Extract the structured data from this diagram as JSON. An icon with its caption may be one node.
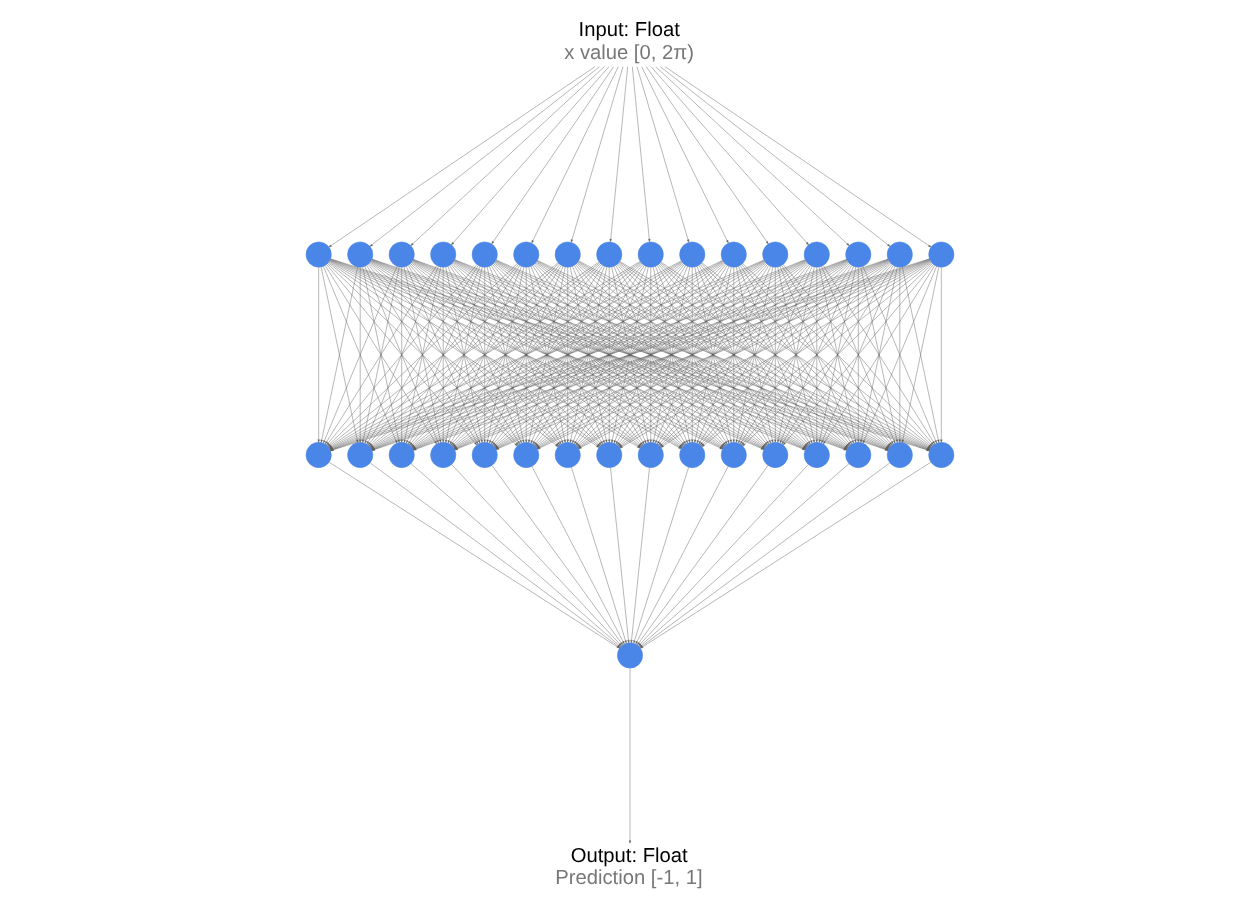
{
  "diagram": {
    "nodes": [
      {
        "text": [
          "Input: Float",
          "x value [0, 2π)"
        ]
      },
      {
        "text": [],
        "shape": "circle"
      },
      {
        "text": [],
        "shape": "circle"
      },
      {
        "text": [],
        "shape": "circle"
      },
      {
        "text": [],
        "shape": "circle"
      },
      {
        "text": [],
        "shape": "circle"
      },
      {
        "text": [],
        "shape": "circle"
      },
      {
        "text": [],
        "shape": "circle"
      },
      {
        "text": [],
        "shape": "circle"
      },
      {
        "text": [],
        "shape": "circle"
      },
      {
        "text": [],
        "shape": "circle"
      },
      {
        "text": [],
        "shape": "circle"
      },
      {
        "text": [],
        "shape": "circle"
      },
      {
        "text": [],
        "shape": "circle"
      },
      {
        "text": [],
        "shape": "circle"
      },
      {
        "text": [],
        "shape": "circle"
      },
      {
        "text": [],
        "shape": "circle"
      },
      {
        "text": [],
        "shape": "circle"
      },
      {
        "text": [],
        "shape": "circle"
      },
      {
        "text": [],
        "shape": "circle"
      },
      {
        "text": [],
        "shape": "circle"
      },
      {
        "text": [],
        "shape": "circle"
      },
      {
        "text": [],
        "shape": "circle"
      },
      {
        "text": [],
        "shape": "circle"
      },
      {
        "text": [],
        "shape": "circle"
      },
      {
        "text": [],
        "shape": "circle"
      },
      {
        "text": [],
        "shape": "circle"
      },
      {
        "text": [],
        "shape": "circle"
      },
      {
        "text": [],
        "shape": "circle"
      },
      {
        "text": [],
        "shape": "circle"
      },
      {
        "text": [],
        "shape": "circle"
      },
      {
        "text": [],
        "shape": "circle"
      },
      {
        "text": [],
        "shape": "circle"
      },
      {
        "text": [],
        "shape": "circle"
      },
      {
        "text": [
          "Output: Float",
          "Prediction [-1, 1]"
        ]
      }
    ],
    "edges": [
      {
        "from": 0,
        "to": 1,
        "arrow": "to"
      },
      {
        "from": 0,
        "to": 2,
        "arrow": "to"
      },
      {
        "from": 0,
        "to": 3,
        "arrow": "to"
      },
      {
        "from": 0,
        "to": 4,
        "arrow": "to"
      },
      {
        "from": 0,
        "to": 5,
        "arrow": "to"
      },
      {
        "from": 0,
        "to": 6,
        "arrow": "to"
      },
      {
        "from": 0,
        "to": 7,
        "arrow": "to"
      },
      {
        "from": 0,
        "to": 8,
        "arrow": "to"
      },
      {
        "from": 0,
        "to": 9,
        "arrow": "to"
      },
      {
        "from": 0,
        "to": 10,
        "arrow": "to"
      },
      {
        "from": 0,
        "to": 11,
        "arrow": "to"
      },
      {
        "from": 0,
        "to": 12,
        "arrow": "to"
      },
      {
        "from": 0,
        "to": 13,
        "arrow": "to"
      },
      {
        "from": 0,
        "to": 14,
        "arrow": "to"
      },
      {
        "from": 0,
        "to": 15,
        "arrow": "to"
      },
      {
        "from": 0,
        "to": 16,
        "arrow": "to"
      },
      {
        "from": 1,
        "to": 17,
        "arrow": "to"
      },
      {
        "from": 1,
        "to": 18,
        "arrow": "to"
      },
      {
        "from": 1,
        "to": 19,
        "arrow": "to"
      },
      {
        "from": 1,
        "to": 20,
        "arrow": "to"
      },
      {
        "from": 1,
        "to": 21,
        "arrow": "to"
      },
      {
        "from": 1,
        "to": 22,
        "arrow": "to"
      },
      {
        "from": 1,
        "to": 23,
        "arrow": "to"
      },
      {
        "from": 1,
        "to": 24,
        "arrow": "to"
      },
      {
        "from": 1,
        "to": 25,
        "arrow": "to"
      },
      {
        "from": 1,
        "to": 26,
        "arrow": "to"
      },
      {
        "from": 1,
        "to": 27,
        "arrow": "to"
      },
      {
        "from": 1,
        "to": 28,
        "arrow": "to"
      },
      {
        "from": 1,
        "to": 29,
        "arrow": "to"
      },
      {
        "from": 1,
        "to": 30,
        "arrow": "to"
      },
      {
        "from": 1,
        "to": 31,
        "arrow": "to"
      },
      {
        "from": 1,
        "to": 32,
        "arrow": "to"
      },
      {
        "from": 2,
        "to": 17,
        "arrow": "to"
      },
      {
        "from": 2,
        "to": 18,
        "arrow": "to"
      },
      {
        "from": 2,
        "to": 19,
        "arrow": "to"
      },
      {
        "from": 2,
        "to": 20,
        "arrow": "to"
      },
      {
        "from": 2,
        "to": 21,
        "arrow": "to"
      },
      {
        "from": 2,
        "to": 22,
        "arrow": "to"
      },
      {
        "from": 2,
        "to": 23,
        "arrow": "to"
      },
      {
        "from": 2,
        "to": 24,
        "arrow": "to"
      },
      {
        "from": 2,
        "to": 25,
        "arrow": "to"
      },
      {
        "from": 2,
        "to": 26,
        "arrow": "to"
      },
      {
        "from": 2,
        "to": 27,
        "arrow": "to"
      },
      {
        "from": 2,
        "to": 28,
        "arrow": "to"
      },
      {
        "from": 2,
        "to": 29,
        "arrow": "to"
      },
      {
        "from": 2,
        "to": 30,
        "arrow": "to"
      },
      {
        "from": 2,
        "to": 31,
        "arrow": "to"
      },
      {
        "from": 2,
        "to": 32,
        "arrow": "to"
      },
      {
        "from": 3,
        "to": 17,
        "arrow": "to"
      },
      {
        "from": 3,
        "to": 18,
        "arrow": "to"
      },
      {
        "from": 3,
        "to": 19,
        "arrow": "to"
      },
      {
        "from": 3,
        "to": 20,
        "arrow": "to"
      },
      {
        "from": 3,
        "to": 21,
        "arrow": "to"
      },
      {
        "from": 3,
        "to": 22,
        "arrow": "to"
      },
      {
        "from": 3,
        "to": 23,
        "arrow": "to"
      },
      {
        "from": 3,
        "to": 24,
        "arrow": "to"
      },
      {
        "from": 3,
        "to": 25,
        "arrow": "to"
      },
      {
        "from": 3,
        "to": 26,
        "arrow": "to"
      },
      {
        "from": 3,
        "to": 27,
        "arrow": "to"
      },
      {
        "from": 3,
        "to": 28,
        "arrow": "to"
      },
      {
        "from": 3,
        "to": 29,
        "arrow": "to"
      },
      {
        "from": 3,
        "to": 30,
        "arrow": "to"
      },
      {
        "from": 3,
        "to": 31,
        "arrow": "to"
      },
      {
        "from": 3,
        "to": 32,
        "arrow": "to"
      },
      {
        "from": 4,
        "to": 17,
        "arrow": "to"
      },
      {
        "from": 4,
        "to": 18,
        "arrow": "to"
      },
      {
        "from": 4,
        "to": 19,
        "arrow": "to"
      },
      {
        "from": 4,
        "to": 20,
        "arrow": "to"
      },
      {
        "from": 4,
        "to": 21,
        "arrow": "to"
      },
      {
        "from": 4,
        "to": 22,
        "arrow": "to"
      },
      {
        "from": 4,
        "to": 23,
        "arrow": "to"
      },
      {
        "from": 4,
        "to": 24,
        "arrow": "to"
      },
      {
        "from": 4,
        "to": 25,
        "arrow": "to"
      },
      {
        "from": 4,
        "to": 26,
        "arrow": "to"
      },
      {
        "from": 4,
        "to": 27,
        "arrow": "to"
      },
      {
        "from": 4,
        "to": 28,
        "arrow": "to"
      },
      {
        "from": 4,
        "to": 29,
        "arrow": "to"
      },
      {
        "from": 4,
        "to": 30,
        "arrow": "to"
      },
      {
        "from": 4,
        "to": 31,
        "arrow": "to"
      },
      {
        "from": 4,
        "to": 32,
        "arrow": "to"
      },
      {
        "from": 5,
        "to": 17,
        "arrow": "to"
      },
      {
        "from": 5,
        "to": 18,
        "arrow": "to"
      },
      {
        "from": 5,
        "to": 19,
        "arrow": "to"
      },
      {
        "from": 5,
        "to": 20,
        "arrow": "to"
      },
      {
        "from": 5,
        "to": 21,
        "arrow": "to"
      },
      {
        "from": 5,
        "to": 22,
        "arrow": "to"
      },
      {
        "from": 5,
        "to": 23,
        "arrow": "to"
      },
      {
        "from": 5,
        "to": 24,
        "arrow": "to"
      },
      {
        "from": 5,
        "to": 25,
        "arrow": "to"
      },
      {
        "from": 5,
        "to": 26,
        "arrow": "to"
      },
      {
        "from": 5,
        "to": 27,
        "arrow": "to"
      },
      {
        "from": 5,
        "to": 28,
        "arrow": "to"
      },
      {
        "from": 5,
        "to": 29,
        "arrow": "to"
      },
      {
        "from": 5,
        "to": 30,
        "arrow": "to"
      },
      {
        "from": 5,
        "to": 31,
        "arrow": "to"
      },
      {
        "from": 5,
        "to": 32,
        "arrow": "to"
      },
      {
        "from": 6,
        "to": 17,
        "arrow": "to"
      },
      {
        "from": 6,
        "to": 18,
        "arrow": "to"
      },
      {
        "from": 6,
        "to": 19,
        "arrow": "to"
      },
      {
        "from": 6,
        "to": 20,
        "arrow": "to"
      },
      {
        "from": 6,
        "to": 21,
        "arrow": "to"
      },
      {
        "from": 6,
        "to": 22,
        "arrow": "to"
      },
      {
        "from": 6,
        "to": 23,
        "arrow": "to"
      },
      {
        "from": 6,
        "to": 24,
        "arrow": "to"
      },
      {
        "from": 6,
        "to": 25,
        "arrow": "to"
      },
      {
        "from": 6,
        "to": 26,
        "arrow": "to"
      },
      {
        "from": 6,
        "to": 27,
        "arrow": "to"
      },
      {
        "from": 6,
        "to": 28,
        "arrow": "to"
      },
      {
        "from": 6,
        "to": 29,
        "arrow": "to"
      },
      {
        "from": 6,
        "to": 30,
        "arrow": "to"
      },
      {
        "from": 6,
        "to": 31,
        "arrow": "to"
      },
      {
        "from": 6,
        "to": 32,
        "arrow": "to"
      },
      {
        "from": 7,
        "to": 17,
        "arrow": "to"
      },
      {
        "from": 7,
        "to": 18,
        "arrow": "to"
      },
      {
        "from": 7,
        "to": 19,
        "arrow": "to"
      },
      {
        "from": 7,
        "to": 20,
        "arrow": "to"
      },
      {
        "from": 7,
        "to": 21,
        "arrow": "to"
      },
      {
        "from": 7,
        "to": 22,
        "arrow": "to"
      },
      {
        "from": 7,
        "to": 23,
        "arrow": "to"
      },
      {
        "from": 7,
        "to": 24,
        "arrow": "to"
      },
      {
        "from": 7,
        "to": 25,
        "arrow": "to"
      },
      {
        "from": 7,
        "to": 26,
        "arrow": "to"
      },
      {
        "from": 7,
        "to": 27,
        "arrow": "to"
      },
      {
        "from": 7,
        "to": 28,
        "arrow": "to"
      },
      {
        "from": 7,
        "to": 29,
        "arrow": "to"
      },
      {
        "from": 7,
        "to": 30,
        "arrow": "to"
      },
      {
        "from": 7,
        "to": 31,
        "arrow": "to"
      },
      {
        "from": 7,
        "to": 32,
        "arrow": "to"
      },
      {
        "from": 8,
        "to": 17,
        "arrow": "to"
      },
      {
        "from": 8,
        "to": 18,
        "arrow": "to"
      },
      {
        "from": 8,
        "to": 19,
        "arrow": "to"
      },
      {
        "from": 8,
        "to": 20,
        "arrow": "to"
      },
      {
        "from": 8,
        "to": 21,
        "arrow": "to"
      },
      {
        "from": 8,
        "to": 22,
        "arrow": "to"
      },
      {
        "from": 8,
        "to": 23,
        "arrow": "to"
      },
      {
        "from": 8,
        "to": 24,
        "arrow": "to"
      },
      {
        "from": 8,
        "to": 25,
        "arrow": "to"
      },
      {
        "from": 8,
        "to": 26,
        "arrow": "to"
      },
      {
        "from": 8,
        "to": 27,
        "arrow": "to"
      },
      {
        "from": 8,
        "to": 28,
        "arrow": "to"
      },
      {
        "from": 8,
        "to": 29,
        "arrow": "to"
      },
      {
        "from": 8,
        "to": 30,
        "arrow": "to"
      },
      {
        "from": 8,
        "to": 31,
        "arrow": "to"
      },
      {
        "from": 8,
        "to": 32,
        "arrow": "to"
      },
      {
        "from": 9,
        "to": 17,
        "arrow": "to"
      },
      {
        "from": 9,
        "to": 18,
        "arrow": "to"
      },
      {
        "from": 9,
        "to": 19,
        "arrow": "to"
      },
      {
        "from": 9,
        "to": 20,
        "arrow": "to"
      },
      {
        "from": 9,
        "to": 21,
        "arrow": "to"
      },
      {
        "from": 9,
        "to": 22,
        "arrow": "to"
      },
      {
        "from": 9,
        "to": 23,
        "arrow": "to"
      },
      {
        "from": 9,
        "to": 24,
        "arrow": "to"
      },
      {
        "from": 9,
        "to": 25,
        "arrow": "to"
      },
      {
        "from": 9,
        "to": 26,
        "arrow": "to"
      },
      {
        "from": 9,
        "to": 27,
        "arrow": "to"
      },
      {
        "from": 9,
        "to": 28,
        "arrow": "to"
      },
      {
        "from": 9,
        "to": 29,
        "arrow": "to"
      },
      {
        "from": 9,
        "to": 30,
        "arrow": "to"
      },
      {
        "from": 9,
        "to": 31,
        "arrow": "to"
      },
      {
        "from": 9,
        "to": 32,
        "arrow": "to"
      },
      {
        "from": 10,
        "to": 17,
        "arrow": "to"
      },
      {
        "from": 10,
        "to": 18,
        "arrow": "to"
      },
      {
        "from": 10,
        "to": 19,
        "arrow": "to"
      },
      {
        "from": 10,
        "to": 20,
        "arrow": "to"
      },
      {
        "from": 10,
        "to": 21,
        "arrow": "to"
      },
      {
        "from": 10,
        "to": 22,
        "arrow": "to"
      },
      {
        "from": 10,
        "to": 23,
        "arrow": "to"
      },
      {
        "from": 10,
        "to": 24,
        "arrow": "to"
      },
      {
        "from": 10,
        "to": 25,
        "arrow": "to"
      },
      {
        "from": 10,
        "to": 26,
        "arrow": "to"
      },
      {
        "from": 10,
        "to": 27,
        "arrow": "to"
      },
      {
        "from": 10,
        "to": 28,
        "arrow": "to"
      },
      {
        "from": 10,
        "to": 29,
        "arrow": "to"
      },
      {
        "from": 10,
        "to": 30,
        "arrow": "to"
      },
      {
        "from": 10,
        "to": 31,
        "arrow": "to"
      },
      {
        "from": 10,
        "to": 32,
        "arrow": "to"
      },
      {
        "from": 11,
        "to": 17,
        "arrow": "to"
      },
      {
        "from": 11,
        "to": 18,
        "arrow": "to"
      },
      {
        "from": 11,
        "to": 19,
        "arrow": "to"
      },
      {
        "from": 11,
        "to": 20,
        "arrow": "to"
      },
      {
        "from": 11,
        "to": 21,
        "arrow": "to"
      },
      {
        "from": 11,
        "to": 22,
        "arrow": "to"
      },
      {
        "from": 11,
        "to": 23,
        "arrow": "to"
      },
      {
        "from": 11,
        "to": 24,
        "arrow": "to"
      },
      {
        "from": 11,
        "to": 25,
        "arrow": "to"
      },
      {
        "from": 11,
        "to": 26,
        "arrow": "to"
      },
      {
        "from": 11,
        "to": 27,
        "arrow": "to"
      },
      {
        "from": 11,
        "to": 28,
        "arrow": "to"
      },
      {
        "from": 11,
        "to": 29,
        "arrow": "to"
      },
      {
        "from": 11,
        "to": 30,
        "arrow": "to"
      },
      {
        "from": 11,
        "to": 31,
        "arrow": "to"
      },
      {
        "from": 11,
        "to": 32,
        "arrow": "to"
      },
      {
        "from": 12,
        "to": 17,
        "arrow": "to"
      },
      {
        "from": 12,
        "to": 18,
        "arrow": "to"
      },
      {
        "from": 12,
        "to": 19,
        "arrow": "to"
      },
      {
        "from": 12,
        "to": 20,
        "arrow": "to"
      },
      {
        "from": 12,
        "to": 21,
        "arrow": "to"
      },
      {
        "from": 12,
        "to": 22,
        "arrow": "to"
      },
      {
        "from": 12,
        "to": 23,
        "arrow": "to"
      },
      {
        "from": 12,
        "to": 24,
        "arrow": "to"
      },
      {
        "from": 12,
        "to": 25,
        "arrow": "to"
      },
      {
        "from": 12,
        "to": 26,
        "arrow": "to"
      },
      {
        "from": 12,
        "to": 27,
        "arrow": "to"
      },
      {
        "from": 12,
        "to": 28,
        "arrow": "to"
      },
      {
        "from": 12,
        "to": 29,
        "arrow": "to"
      },
      {
        "from": 12,
        "to": 30,
        "arrow": "to"
      },
      {
        "from": 12,
        "to": 31,
        "arrow": "to"
      },
      {
        "from": 12,
        "to": 32,
        "arrow": "to"
      },
      {
        "from": 13,
        "to": 17,
        "arrow": "to"
      },
      {
        "from": 13,
        "to": 18,
        "arrow": "to"
      },
      {
        "from": 13,
        "to": 19,
        "arrow": "to"
      },
      {
        "from": 13,
        "to": 20,
        "arrow": "to"
      },
      {
        "from": 13,
        "to": 21,
        "arrow": "to"
      },
      {
        "from": 13,
        "to": 22,
        "arrow": "to"
      },
      {
        "from": 13,
        "to": 23,
        "arrow": "to"
      },
      {
        "from": 13,
        "to": 24,
        "arrow": "to"
      },
      {
        "from": 13,
        "to": 25,
        "arrow": "to"
      },
      {
        "from": 13,
        "to": 26,
        "arrow": "to"
      },
      {
        "from": 13,
        "to": 27,
        "arrow": "to"
      },
      {
        "from": 13,
        "to": 28,
        "arrow": "to"
      },
      {
        "from": 13,
        "to": 29,
        "arrow": "to"
      },
      {
        "from": 13,
        "to": 30,
        "arrow": "to"
      },
      {
        "from": 13,
        "to": 31,
        "arrow": "to"
      },
      {
        "from": 13,
        "to": 32,
        "arrow": "to"
      },
      {
        "from": 14,
        "to": 17,
        "arrow": "to"
      },
      {
        "from": 14,
        "to": 18,
        "arrow": "to"
      },
      {
        "from": 14,
        "to": 19,
        "arrow": "to"
      },
      {
        "from": 14,
        "to": 20,
        "arrow": "to"
      },
      {
        "from": 14,
        "to": 21,
        "arrow": "to"
      },
      {
        "from": 14,
        "to": 22,
        "arrow": "to"
      },
      {
        "from": 14,
        "to": 23,
        "arrow": "to"
      },
      {
        "from": 14,
        "to": 24,
        "arrow": "to"
      },
      {
        "from": 14,
        "to": 25,
        "arrow": "to"
      },
      {
        "from": 14,
        "to": 26,
        "arrow": "to"
      },
      {
        "from": 14,
        "to": 27,
        "arrow": "to"
      },
      {
        "from": 14,
        "to": 28,
        "arrow": "to"
      },
      {
        "from": 14,
        "to": 29,
        "arrow": "to"
      },
      {
        "from": 14,
        "to": 30,
        "arrow": "to"
      },
      {
        "from": 14,
        "to": 31,
        "arrow": "to"
      },
      {
        "from": 14,
        "to": 32,
        "arrow": "to"
      },
      {
        "from": 15,
        "to": 17,
        "arrow": "to"
      },
      {
        "from": 15,
        "to": 18,
        "arrow": "to"
      },
      {
        "from": 15,
        "to": 19,
        "arrow": "to"
      },
      {
        "from": 15,
        "to": 20,
        "arrow": "to"
      },
      {
        "from": 15,
        "to": 21,
        "arrow": "to"
      },
      {
        "from": 15,
        "to": 22,
        "arrow": "to"
      },
      {
        "from": 15,
        "to": 23,
        "arrow": "to"
      },
      {
        "from": 15,
        "to": 24,
        "arrow": "to"
      },
      {
        "from": 15,
        "to": 25,
        "arrow": "to"
      },
      {
        "from": 15,
        "to": 26,
        "arrow": "to"
      },
      {
        "from": 15,
        "to": 27,
        "arrow": "to"
      },
      {
        "from": 15,
        "to": 28,
        "arrow": "to"
      },
      {
        "from": 15,
        "to": 29,
        "arrow": "to"
      },
      {
        "from": 15,
        "to": 30,
        "arrow": "to"
      },
      {
        "from": 15,
        "to": 31,
        "arrow": "to"
      },
      {
        "from": 15,
        "to": 32,
        "arrow": "to"
      },
      {
        "from": 16,
        "to": 17,
        "arrow": "to"
      },
      {
        "from": 16,
        "to": 18,
        "arrow": "to"
      },
      {
        "from": 16,
        "to": 19,
        "arrow": "to"
      },
      {
        "from": 16,
        "to": 20,
        "arrow": "to"
      },
      {
        "from": 16,
        "to": 21,
        "arrow": "to"
      },
      {
        "from": 16,
        "to": 22,
        "arrow": "to"
      },
      {
        "from": 16,
        "to": 23,
        "arrow": "to"
      },
      {
        "from": 16,
        "to": 24,
        "arrow": "to"
      },
      {
        "from": 16,
        "to": 25,
        "arrow": "to"
      },
      {
        "from": 16,
        "to": 26,
        "arrow": "to"
      },
      {
        "from": 16,
        "to": 27,
        "arrow": "to"
      },
      {
        "from": 16,
        "to": 28,
        "arrow": "to"
      },
      {
        "from": 16,
        "to": 29,
        "arrow": "to"
      },
      {
        "from": 16,
        "to": 30,
        "arrow": "to"
      },
      {
        "from": 16,
        "to": 31,
        "arrow": "to"
      },
      {
        "from": 16,
        "to": 32,
        "arrow": "to"
      },
      {
        "from": 17,
        "to": 33,
        "arrow": "to"
      },
      {
        "from": 18,
        "to": 33,
        "arrow": "to"
      },
      {
        "from": 19,
        "to": 33,
        "arrow": "to"
      },
      {
        "from": 20,
        "to": 33,
        "arrow": "to"
      },
      {
        "from": 21,
        "to": 33,
        "arrow": "to"
      },
      {
        "from": 22,
        "to": 33,
        "arrow": "to"
      },
      {
        "from": 23,
        "to": 33,
        "arrow": "to"
      },
      {
        "from": 24,
        "to": 33,
        "arrow": "to"
      },
      {
        "from": 25,
        "to": 33,
        "arrow": "to"
      },
      {
        "from": 26,
        "to": 33,
        "arrow": "to"
      },
      {
        "from": 27,
        "to": 33,
        "arrow": "to"
      },
      {
        "from": 28,
        "to": 33,
        "arrow": "to"
      },
      {
        "from": 29,
        "to": 33,
        "arrow": "to"
      },
      {
        "from": 30,
        "to": 33,
        "arrow": "to"
      },
      {
        "from": 31,
        "to": 33,
        "arrow": "to"
      },
      {
        "from": 32,
        "to": 33,
        "arrow": "to"
      },
      {
        "from": 33,
        "to": 34,
        "arrow": "to"
      }
    ]
  }
}
